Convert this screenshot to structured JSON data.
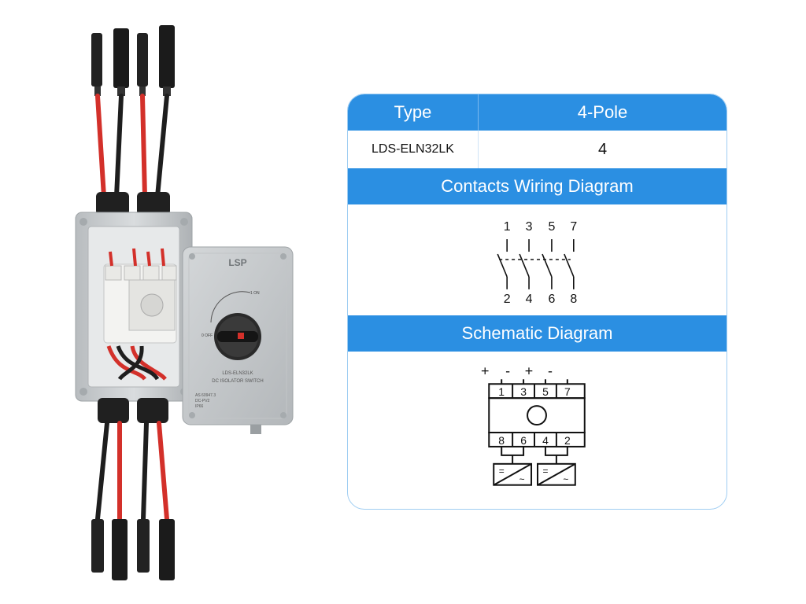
{
  "product": {
    "brand_logo": "LSP",
    "front_label": "LDS-ELN32LK",
    "front_subtitle": "DC ISOLATOR SWITCH",
    "standard_line1": "AS 60947.3",
    "standard_line2": "DC-PV2",
    "standard_line3": "IP66",
    "on_label": "1 ON",
    "off_label": "0 OFF",
    "colors": {
      "red_cable": "#d3302a",
      "black_cable": "#1e1e1e",
      "housing": "#c9ccce"
    }
  },
  "table": {
    "header_type": "Type",
    "header_pole": "4-Pole",
    "model": "LDS-ELN32LK",
    "pole_value": "4",
    "wiring_title": "Contacts Wiring Diagram",
    "schematic_title": "Schematic Diagram",
    "accent_color": "#2b8fe2"
  },
  "wiring": {
    "top_terminals": [
      "1",
      "3",
      "5",
      "7"
    ],
    "bottom_terminals": [
      "2",
      "4",
      "6",
      "8"
    ]
  },
  "schematic": {
    "polarity": [
      "+",
      "-",
      "+",
      "-"
    ],
    "top_terminals": [
      "1",
      "3",
      "5",
      "7"
    ],
    "bottom_terminals": [
      "8",
      "6",
      "4",
      "2"
    ]
  }
}
